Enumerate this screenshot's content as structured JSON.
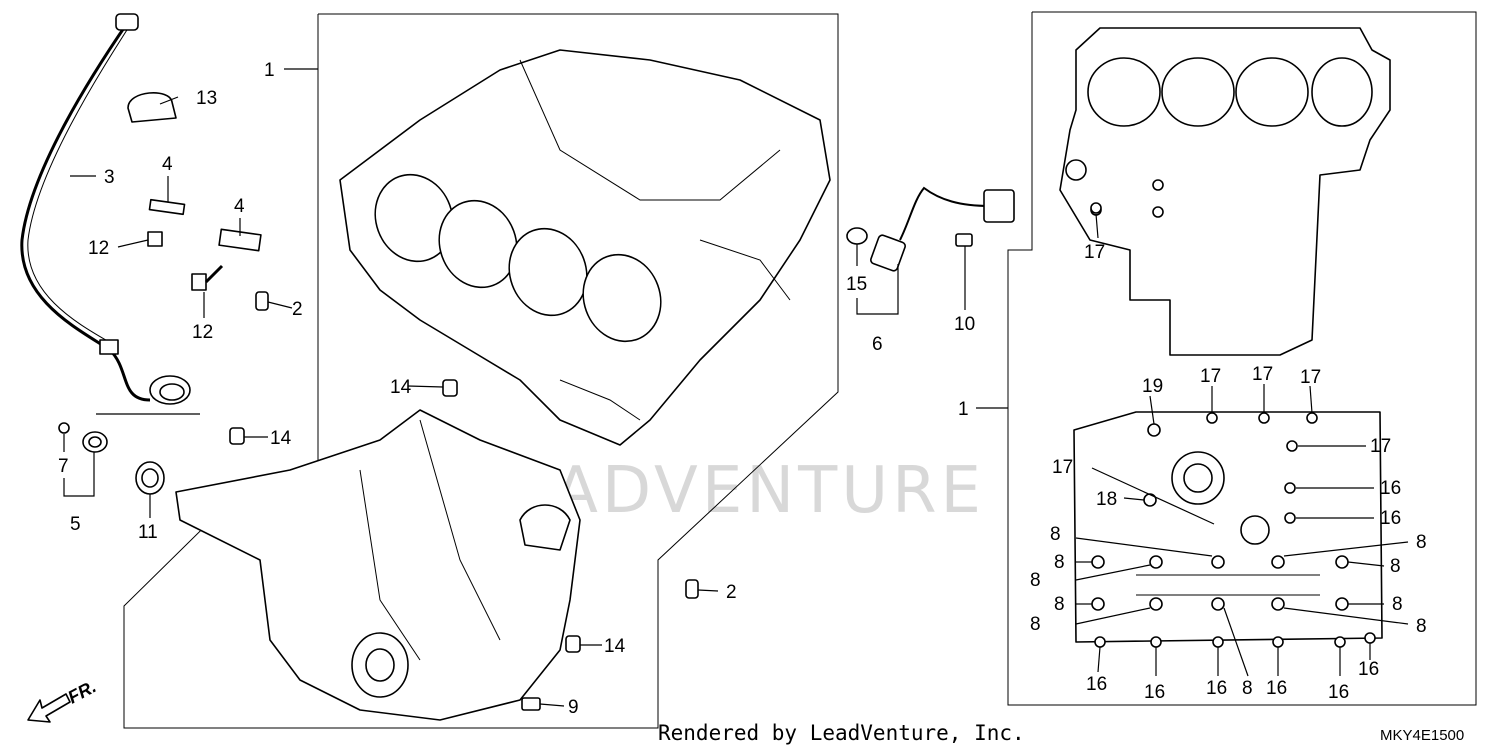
{
  "diagram": {
    "footer_text": "Rendered by LeadVenture, Inc.",
    "diagram_code": "MKY4E1500",
    "watermark": "LEADVENTURE",
    "direction_label": "FR.",
    "callouts": {
      "c1_main": "1",
      "c1_side": "1",
      "c2_top": "2",
      "c2_bottom": "2",
      "c3": "3",
      "c4_a": "4",
      "c4_b": "4",
      "c5": "5",
      "c6": "6",
      "c7": "7",
      "c8_1": "8",
      "c8_2": "8",
      "c8_3": "8",
      "c8_4": "8",
      "c8_5": "8",
      "c8_6": "8",
      "c8_7": "8",
      "c8_8": "8",
      "c8_9": "8",
      "c8_10": "8",
      "c9": "9",
      "c10": "10",
      "c11": "11",
      "c12_a": "12",
      "c12_b": "12",
      "c13": "13",
      "c14_a": "14",
      "c14_b": "14",
      "c14_c": "14",
      "c15": "15",
      "c16_1": "16",
      "c16_2": "16",
      "c16_3": "16",
      "c16_4": "16",
      "c16_5": "16",
      "c16_6": "16",
      "c16_7": "16",
      "c16_8": "16",
      "c17_1": "17",
      "c17_2": "17",
      "c17_3": "17",
      "c17_4": "17",
      "c17_5": "17",
      "c17_6": "17",
      "c18": "18",
      "c19": "19"
    }
  }
}
